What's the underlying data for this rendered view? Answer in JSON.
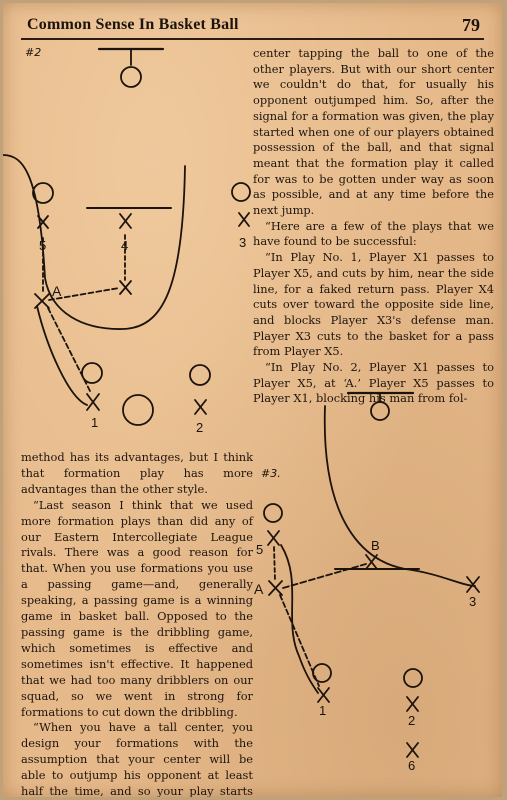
{
  "header": {
    "title": "Common Sense In Basket Ball",
    "page_number": "79"
  },
  "col_top_right": [
    "center tapping the ball to one of the other players. But with our short center we couldn't do that, for usually his opponent outjumped him. So, after the signal for a formation was given, the play started when one of our players obtained possession of the ball, and that signal meant that the formation play it called for was to be gotten under way as soon as possible, and at any time before the next jump.",
    "“Here are a few of the plays that we have found to be successful:",
    "“In Play No. 1, Player X1 passes to Player X5, and cuts by him, near the side line, for a faked return pass. Player X4 cuts over toward the opposite side line, and blocks Player X3's defense man. Player X3 cuts to the basket for a pass from Player X5.",
    "“In Play No. 2, Player X1 passes to Player X5, at ‘A.’ Player X5 passes to Player X1, blocking his man from fol-"
  ],
  "col_bottom_left": [
    "method has its advantages, but I think that formation play has more advantages than the other style.",
    "“Last season I think that we used more formation plays than did any of our Eastern Intercollegiate League rivals. There was a good reason for that. When you use formations you use a passing game—and, generally speaking, a passing game is a winning game in basket ball. Opposed to the passing game is the dribbling game, which sometimes is effective and sometimes isn't effective. It happened that we had too many dribblers on our squad, so we went in strong for formations to cut down the dribbling.",
    "“When you have a tall center, you design your formations with the assumption that your center will be able to outjump his opponent at least half the time, and so your play starts with the"
  ],
  "diagram_1": {
    "tag": "#2",
    "labels": {
      "x5": "5",
      "x4": "4",
      "x3": "3",
      "x1": "1",
      "x2": "2",
      "point_a": "A"
    }
  },
  "diagram_2": {
    "tag": "#3.",
    "labels": {
      "x5": "5",
      "x3": "3",
      "x1": "1",
      "x2": "2",
      "x6": "6",
      "point_a": "A",
      "point_b": "B"
    }
  },
  "colors": {
    "paper": "#e6b98a",
    "ink": "#1e150e",
    "border": "#bfa27a"
  }
}
